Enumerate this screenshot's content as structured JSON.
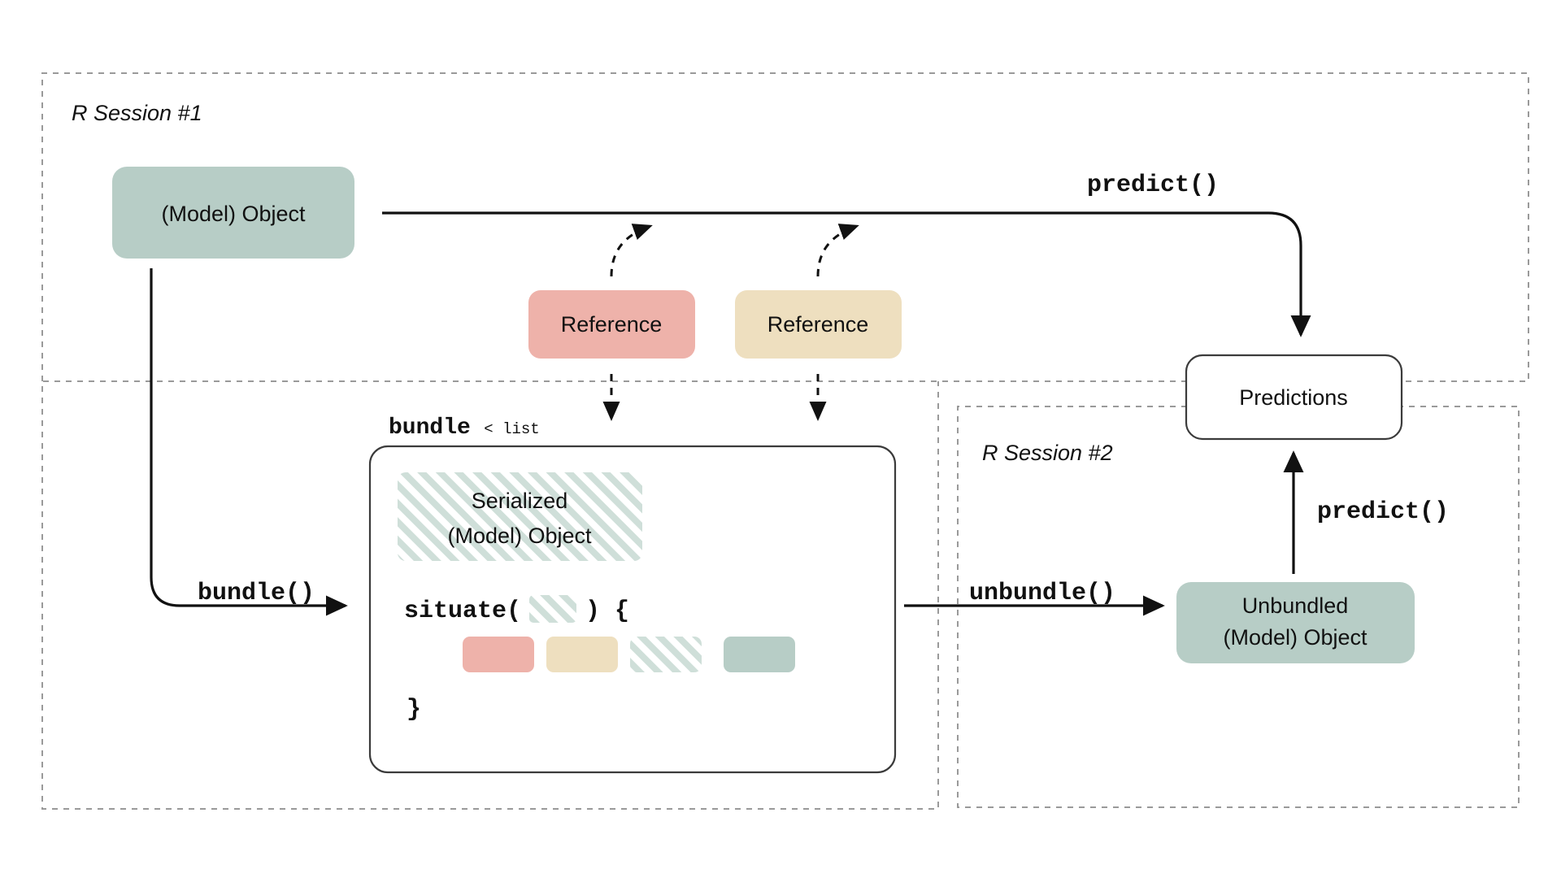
{
  "diagram": {
    "title_sessions": [
      {
        "id": "session1",
        "label": "R Session #1"
      },
      {
        "id": "session2",
        "label": "R Session #2"
      }
    ],
    "nodes": {
      "model_object": "(Model) Object",
      "reference_1": "Reference",
      "reference_2": "Reference",
      "serialized_object_line1": "Serialized",
      "serialized_object_line2": "(Model) Object",
      "predictions": "Predictions",
      "unbundled_line1": "Unbundled",
      "unbundled_line2": "(Model) Object"
    },
    "code": {
      "bundle_class": "bundle",
      "bundle_class_suffix": "< list",
      "situate_open": "situate(",
      "situate_close": ") {",
      "closing_brace": "}"
    },
    "edges": {
      "bundle_call": "bundle()",
      "unbundle_call": "unbundle()",
      "predict_top": "predict()",
      "predict_right": "predict()"
    },
    "colors": {
      "sage": "#b7cdc6",
      "sage_hatch_stripe": "#cfdfd9",
      "salmon": "#eeb2aa",
      "tan": "#eedfbf",
      "border": "#3b3b3b",
      "dashed_boundary": "#9a9a9a",
      "arrow": "#111111",
      "background": "#ffffff"
    },
    "chips": [
      {
        "id": "chip-salmon",
        "fill": "salmon"
      },
      {
        "id": "chip-tan",
        "fill": "tan"
      },
      {
        "id": "chip-hatched-sage",
        "fill": "sage-hatch"
      },
      {
        "id": "chip-sage",
        "fill": "sage"
      }
    ]
  }
}
